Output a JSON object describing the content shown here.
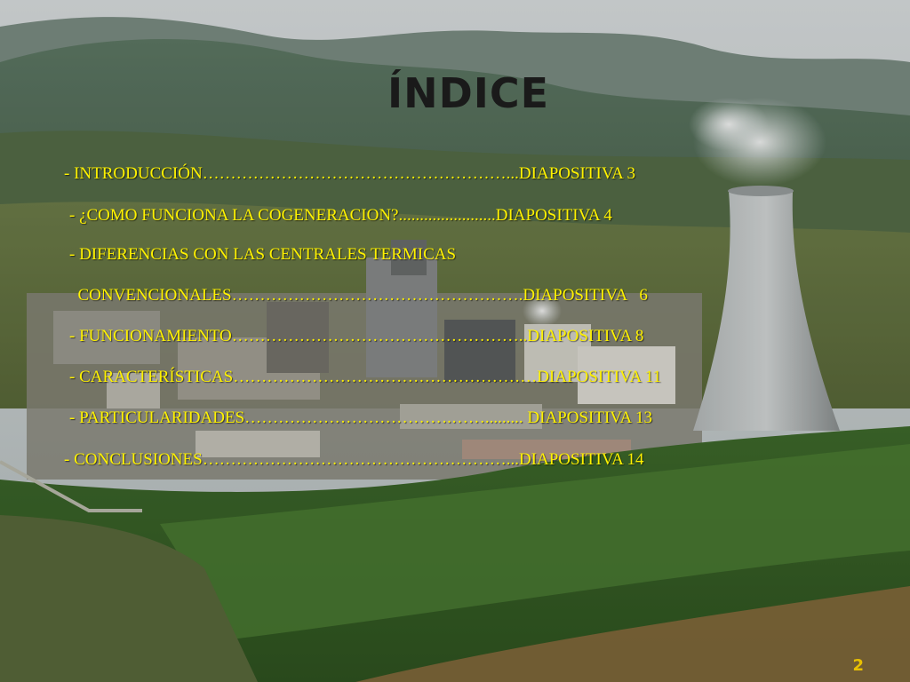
{
  "slide": {
    "title": "ÍNDICE",
    "page_number": "2",
    "background_image": "aerial photo of a thermal power plant with cooling tower",
    "text_color": "#fff200",
    "toc": [
      "- INTRODUCCIÓN………………………………………………...DIAPOSITIVA  3",
      "- ¿COMO FUNCIONA LA COGENERACION?.......................DIAPOSITIVA 4",
      "- DIFERENCIAS CON LAS CENTRALES TERMICAS",
      "  CONVENCIONALES…………………………………………….DIAPOSITIVA   6",
      "- FUNCIONAMIENTO……………………………………………..DIAPOSITIVA   8",
      "- CARACTERÍSTICAS………………………………………………DIAPOSITIVA 11",
      "- PARTICULARIDADES……………………………….……......... DIAPOSITIVA 13",
      "- CONCLUSIONES………………………………………………...DIAPOSITIVA   14"
    ]
  }
}
